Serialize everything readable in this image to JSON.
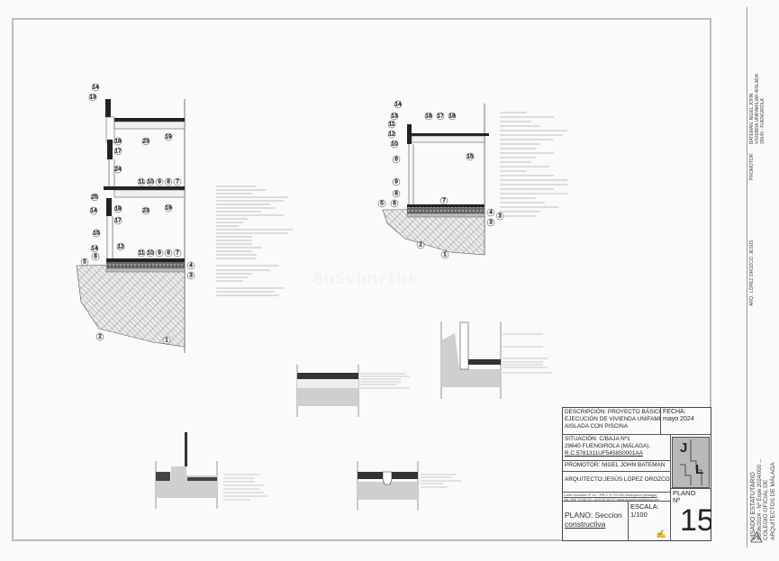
{
  "watermark": "6u5vbnr1hk",
  "details": {
    "left": {
      "callouts": [
        "14",
        "13",
        "23",
        "19",
        "18",
        "17",
        "24",
        "11",
        "10",
        "9",
        "8",
        "7",
        "25",
        "23",
        "19",
        "14",
        "18",
        "17",
        "15",
        "14",
        "12",
        "11",
        "10",
        "9",
        "8",
        "7",
        "6",
        "5",
        "4",
        "3",
        "2",
        "1"
      ]
    },
    "right": {
      "callouts": [
        "14",
        "13",
        "11",
        "12",
        "10",
        "6",
        "16",
        "17",
        "18",
        "15",
        "9",
        "8",
        "7",
        "5",
        "6",
        "4",
        "3",
        "3",
        "2",
        "1"
      ]
    }
  },
  "title_block": {
    "descripcion": [
      "DESCRIPCIÓN: PROYECTO BÁSICO Y DE",
      "EJECUCIÓN DE VIVIENDA UNIFAMILIAR",
      "AISLADA CON PISCINA"
    ],
    "fecha_label": "FECHA:",
    "fecha": "mayo  2024",
    "situacion": [
      "SITUACIÓN:  C/BAJA Nº1",
      "29640 FUENGIROLA (MÁLAGA).",
      "R.C.5781311UF5458S0001AA"
    ],
    "promotor": "PROMOTOR: NIGEL JOHN BATEMAN",
    "arquitecto": "ARQUITECTO:JESÚS LÓPEZ OROZCO",
    "address": [
      "Calle Duranes nº 14 - 3ºB     C.P. 29.200     Antequera (Málaga)",
      "Tel: 952 73 95 32 - 619 25 64 07 www.arquitectomalaga.net"
    ],
    "logo_letters": [
      "J",
      "L"
    ],
    "plano_label": "PLANO: Seccion",
    "plano_label2": "constructiva",
    "escala_label": "ESCALA:",
    "escala": "1/100",
    "plano_num_label": "PLANO",
    "plano_num_label2": "Nº",
    "plano_num": "15"
  },
  "visado": {
    "title": "VISADO ESTATUTARIO",
    "expediente": "26/06/2024 - Nº Expe 2024/000 ...",
    "colegio1": "COLEGIO OFICIAL DE",
    "colegio2": "ARQUITECTOS DE MÁLAGA",
    "arq": "ARQ.: LÓPEZ OROZCO, JESÚS",
    "promotor_label": "PROMOTOR",
    "promotor": [
      "BATEMAN, NIGEL JOHN",
      "VIVIENDA UNIFAMILIAR AISLADA",
      "29640 - FUENGIROLA"
    ]
  }
}
